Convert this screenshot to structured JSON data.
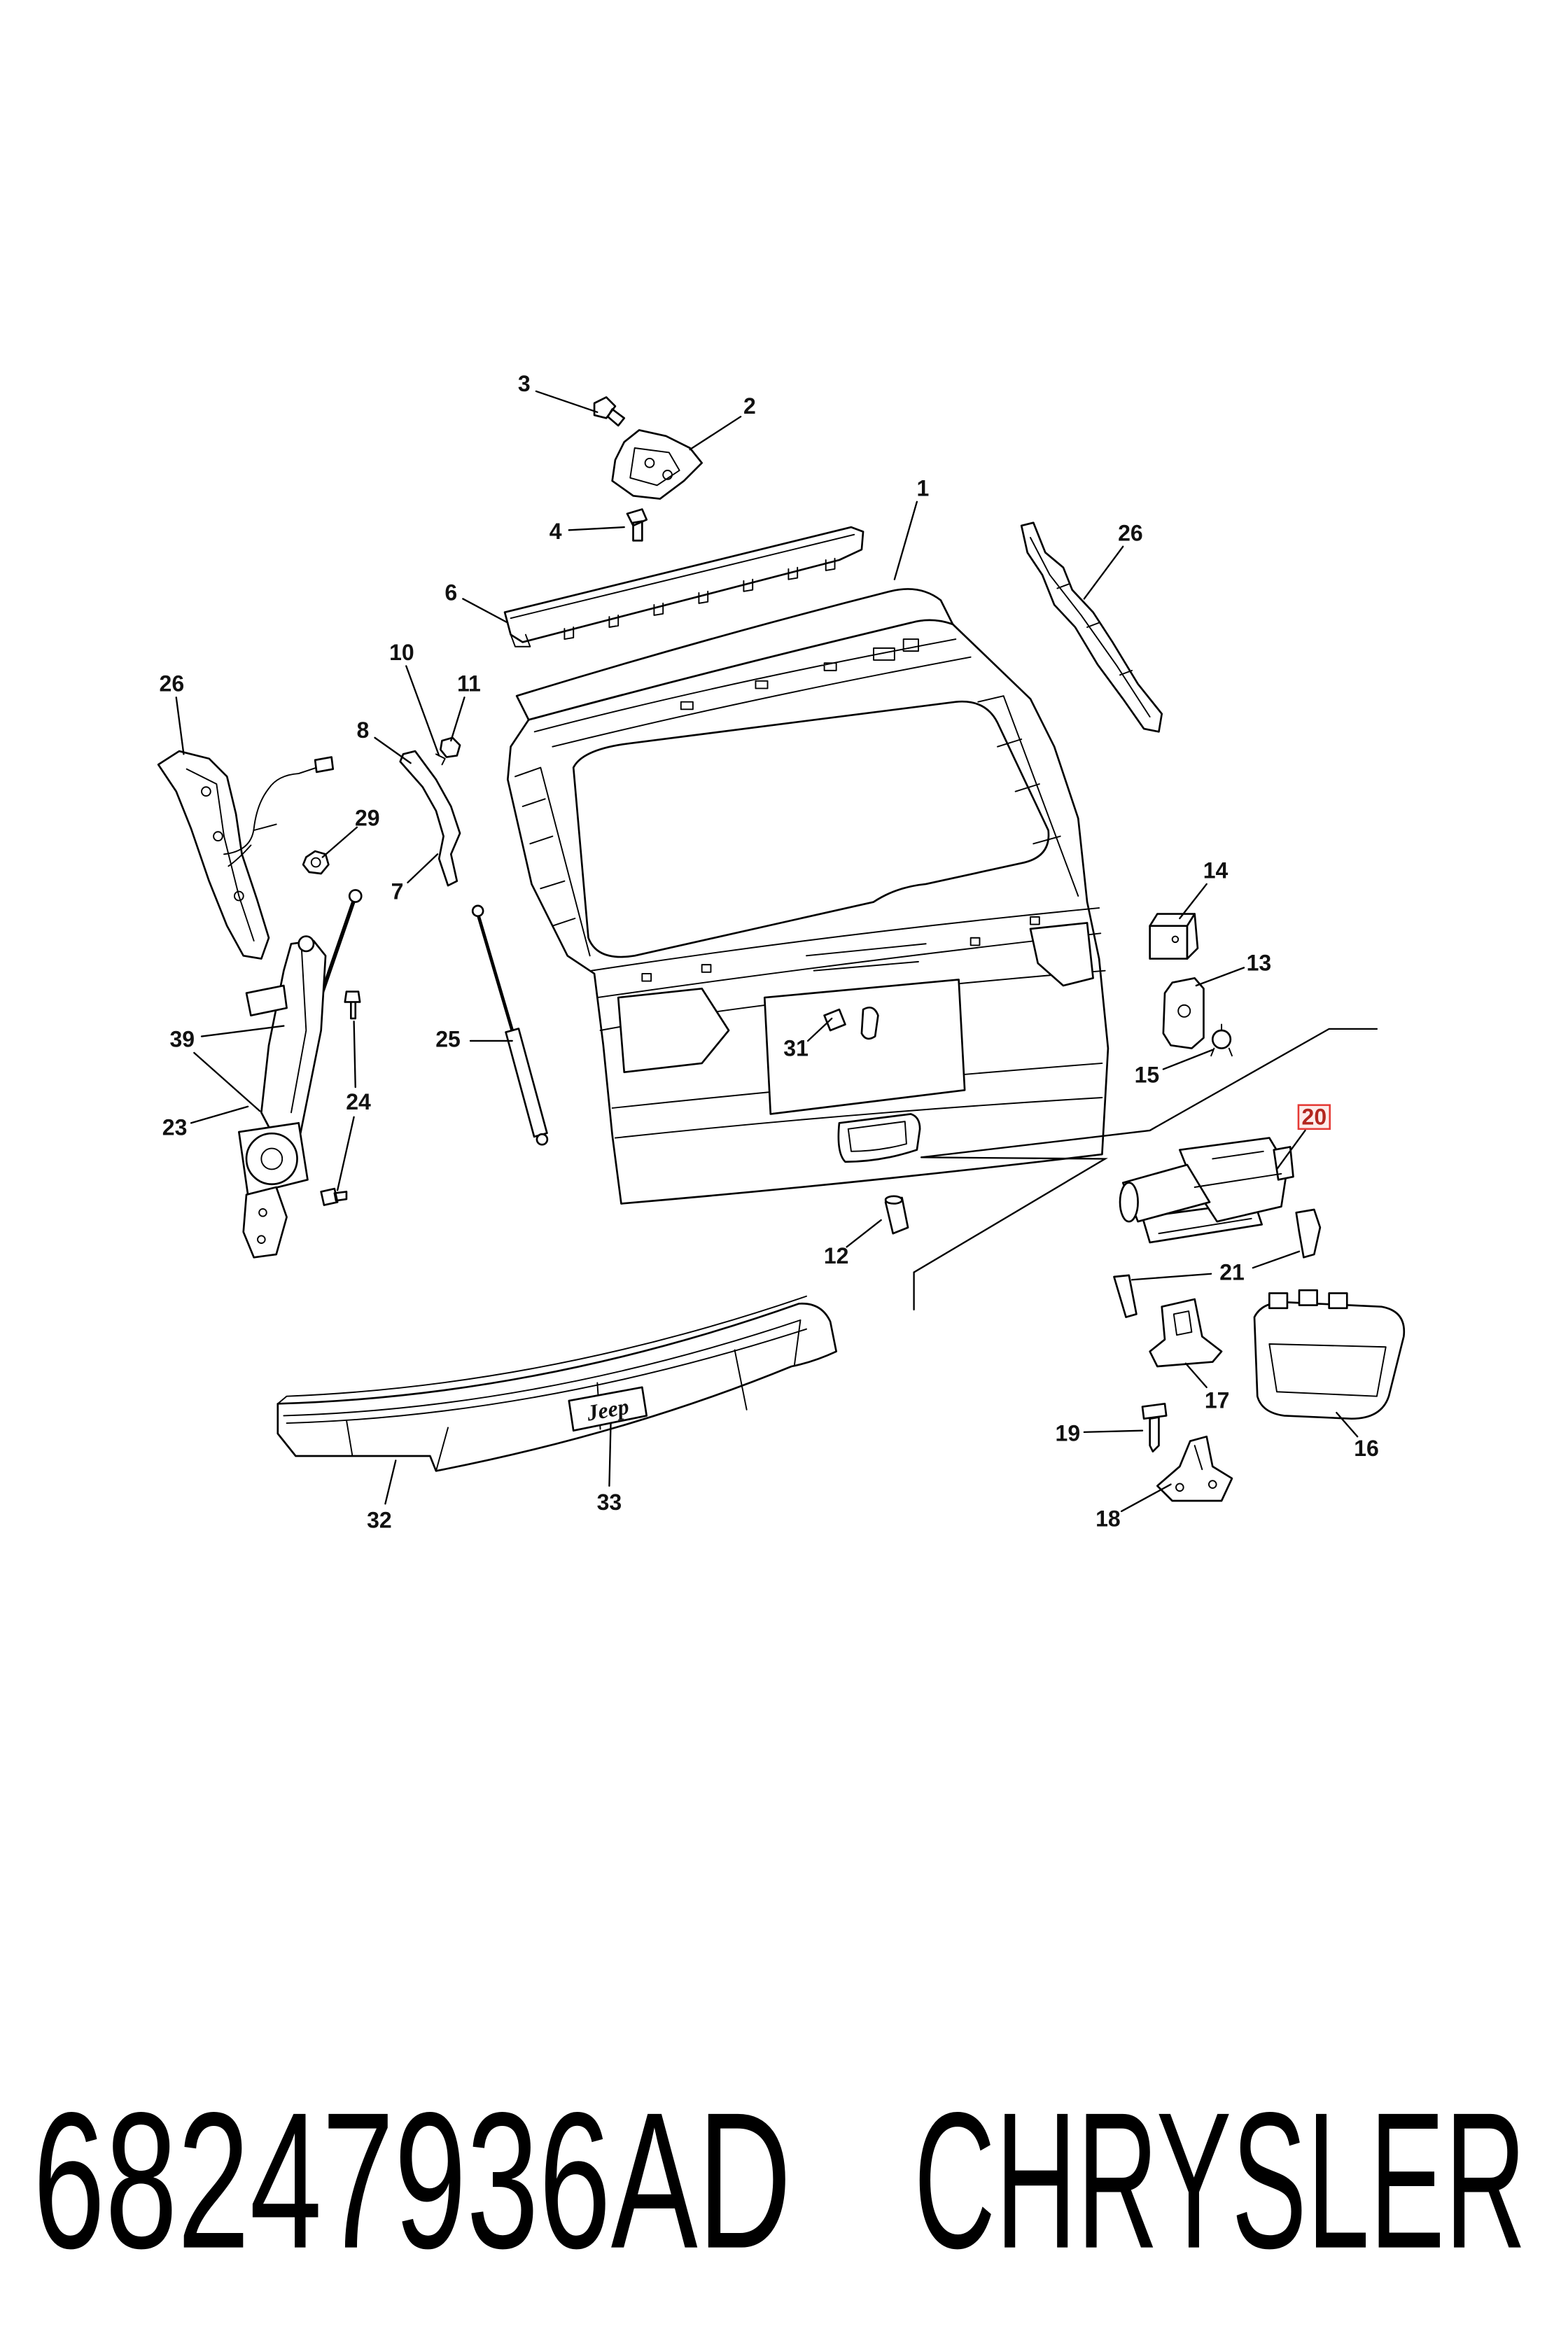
{
  "callouts": [
    "3",
    "2",
    "1",
    "4",
    "26",
    "6",
    "10",
    "11",
    "26",
    "8",
    "29",
    "7",
    "14",
    "13",
    "25",
    "31",
    "39",
    "15",
    "24",
    "20",
    "23",
    "12",
    "21",
    "17",
    "19",
    "16",
    "18",
    "32",
    "33"
  ],
  "badge_lettering": "Jeep",
  "footer": {
    "part_number": "68247936AD",
    "brand": "CHRYSLER"
  },
  "colors": {
    "line": "#000000",
    "highlight": "#e53935",
    "highlight_fill": "#fdecea"
  }
}
